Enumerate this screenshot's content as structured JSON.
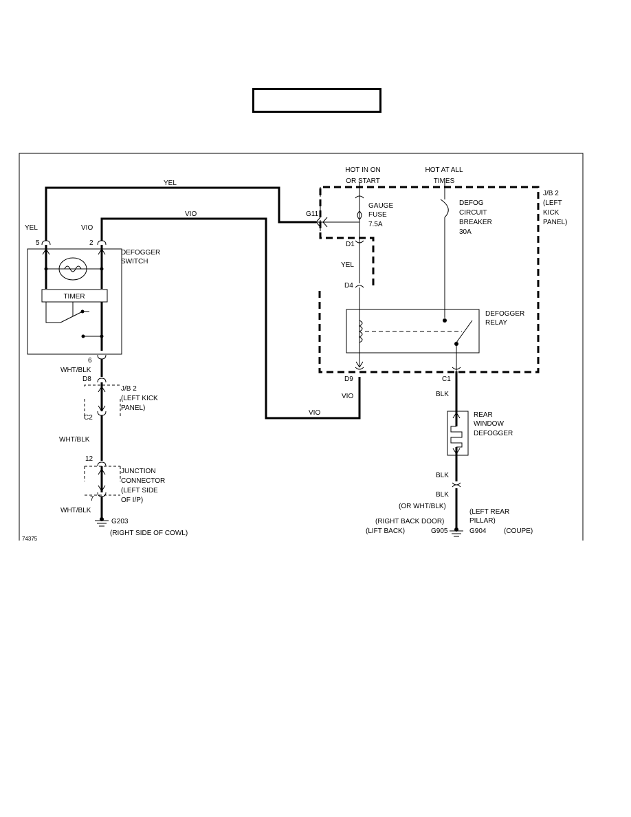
{
  "title_box": "",
  "power": {
    "hot_in_on_line1": "HOT IN ON",
    "hot_in_on_line2": "OR START",
    "hot_at_all_line1": "HOT AT ALL",
    "hot_at_all_line2": "TIMES"
  },
  "jb2_top": {
    "line1": "J/B 2",
    "line2": "(LEFT",
    "line3": "KICK",
    "line4": "PANEL)"
  },
  "gauge_fuse": {
    "line1": "GAUGE",
    "line2": "FUSE",
    "line3": "7.5A"
  },
  "defog_breaker": {
    "line1": "DEFOG",
    "line2": "CIRCUIT",
    "line3": "BREAKER",
    "line4": "30A"
  },
  "wires": {
    "yel_top": "YEL",
    "vio_top": "VIO",
    "yel_left": "YEL",
    "vio_left": "VIO",
    "yel_mid": "YEL",
    "vio_right": "VIO",
    "vio_bottom": "VIO",
    "wht_blk_1": "WHT/BLK",
    "wht_blk_2": "WHT/BLK",
    "wht_blk_3": "WHT/BLK",
    "blk_1": "BLK",
    "blk_2": "BLK",
    "blk_3": "BLK",
    "or_wht_blk": "(OR WHT/BLK)"
  },
  "connectors": {
    "g11": "G11",
    "d1": "D1",
    "d4": "D4",
    "d9": "D9",
    "c1": "C1",
    "pin5": "5",
    "pin2": "2",
    "pin6": "6",
    "d8": "D8",
    "c2": "C2",
    "pin12": "12",
    "pin7": "7"
  },
  "defogger_switch": {
    "line1": "DEFOGGER",
    "line2": "SWITCH",
    "timer": "TIMER"
  },
  "defogger_relay": {
    "line1": "DEFOGGER",
    "line2": "RELAY"
  },
  "jb2_left": {
    "line1": "J/B 2",
    "line2": "(LEFT KICK",
    "line3": "PANEL)"
  },
  "junction_connector": {
    "line1": "JUNCTION",
    "line2": "CONNECTOR",
    "line3": "(LEFT SIDE",
    "line4": "OF I/P)"
  },
  "rear_defogger": {
    "line1": "REAR",
    "line2": "WINDOW",
    "line3": "DEFOGGER"
  },
  "grounds": {
    "g203": "G203",
    "g203_loc": "(RIGHT SIDE OF COWL)",
    "g905": "G905",
    "g904": "G904",
    "right_back_door": "(RIGHT BACK DOOR)",
    "lift_back": "(LIFT BACK)",
    "left_rear_1": "(LEFT REAR",
    "left_rear_2": "PILLAR)",
    "coupe": "(COUPE)"
  },
  "figure_id": "74375"
}
